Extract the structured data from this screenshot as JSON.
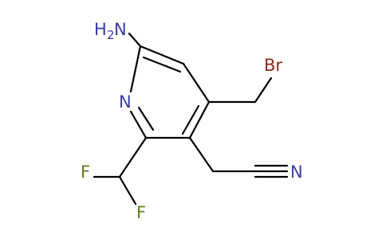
{
  "molecule": {
    "atoms": {
      "amine_text": "H",
      "amine_sub": "2",
      "amine_n": "N",
      "ring_n": "N",
      "bromine": "Br",
      "nitrile_n": "N",
      "fluorine_1": "F",
      "fluorine_2": "F"
    },
    "colors": {
      "nitrogen": "#3a3aa8",
      "bromine": "#8b2a1a",
      "fluorine": "#5a7f1a",
      "bond": "#000000"
    }
  }
}
